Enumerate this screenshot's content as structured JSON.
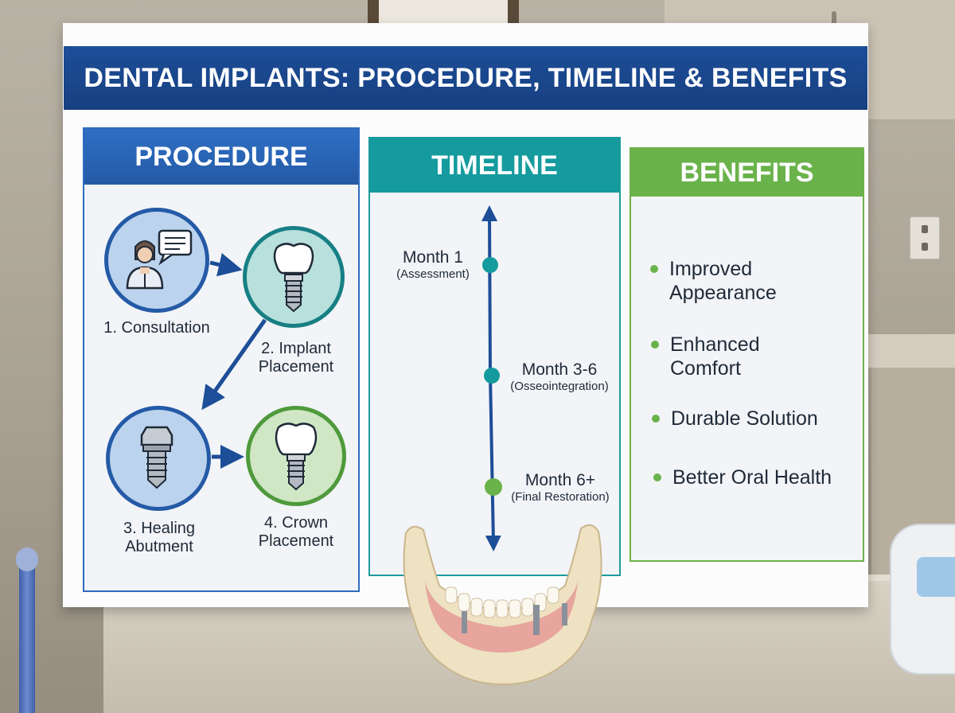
{
  "board": {
    "title": "DENTAL IMPLANTS: PROCEDURE, TIMELINE & BENEFITS"
  },
  "procedure": {
    "header": "PROCEDURE",
    "steps": [
      {
        "line1": "1. Consultation",
        "line2": ""
      },
      {
        "line1": "2. Implant",
        "line2": "Placement"
      },
      {
        "line1": "3. Healing",
        "line2": "Abutment"
      },
      {
        "line1": "4. Crown",
        "line2": "Placement"
      }
    ]
  },
  "timeline": {
    "header": "TIMELINE",
    "milestones": [
      {
        "month": "Month 1",
        "phase": "(Assessment)"
      },
      {
        "month": "Month 3-6",
        "phase": "(Osseointegration)"
      },
      {
        "month": "Month 6+",
        "phase": "(Final Restoration)"
      }
    ]
  },
  "benefits": {
    "header": "BENEFITS",
    "items": [
      {
        "line1": "Improved",
        "line2": "Appearance"
      },
      {
        "line1": "Enhanced",
        "line2": "Comfort"
      },
      {
        "line1": "Durable Solution",
        "line2": ""
      },
      {
        "line1": "Better Oral Health",
        "line2": ""
      }
    ]
  },
  "colors": {
    "title_bar": "#1d4e98",
    "procedure": "#2f6fc4",
    "timeline": "#159b9e",
    "benefits": "#6ab24a"
  },
  "icons": [
    "dentist-consultation-icon",
    "implant-screw-icon",
    "healing-abutment-icon",
    "crown-implant-icon",
    "jaw-model"
  ]
}
